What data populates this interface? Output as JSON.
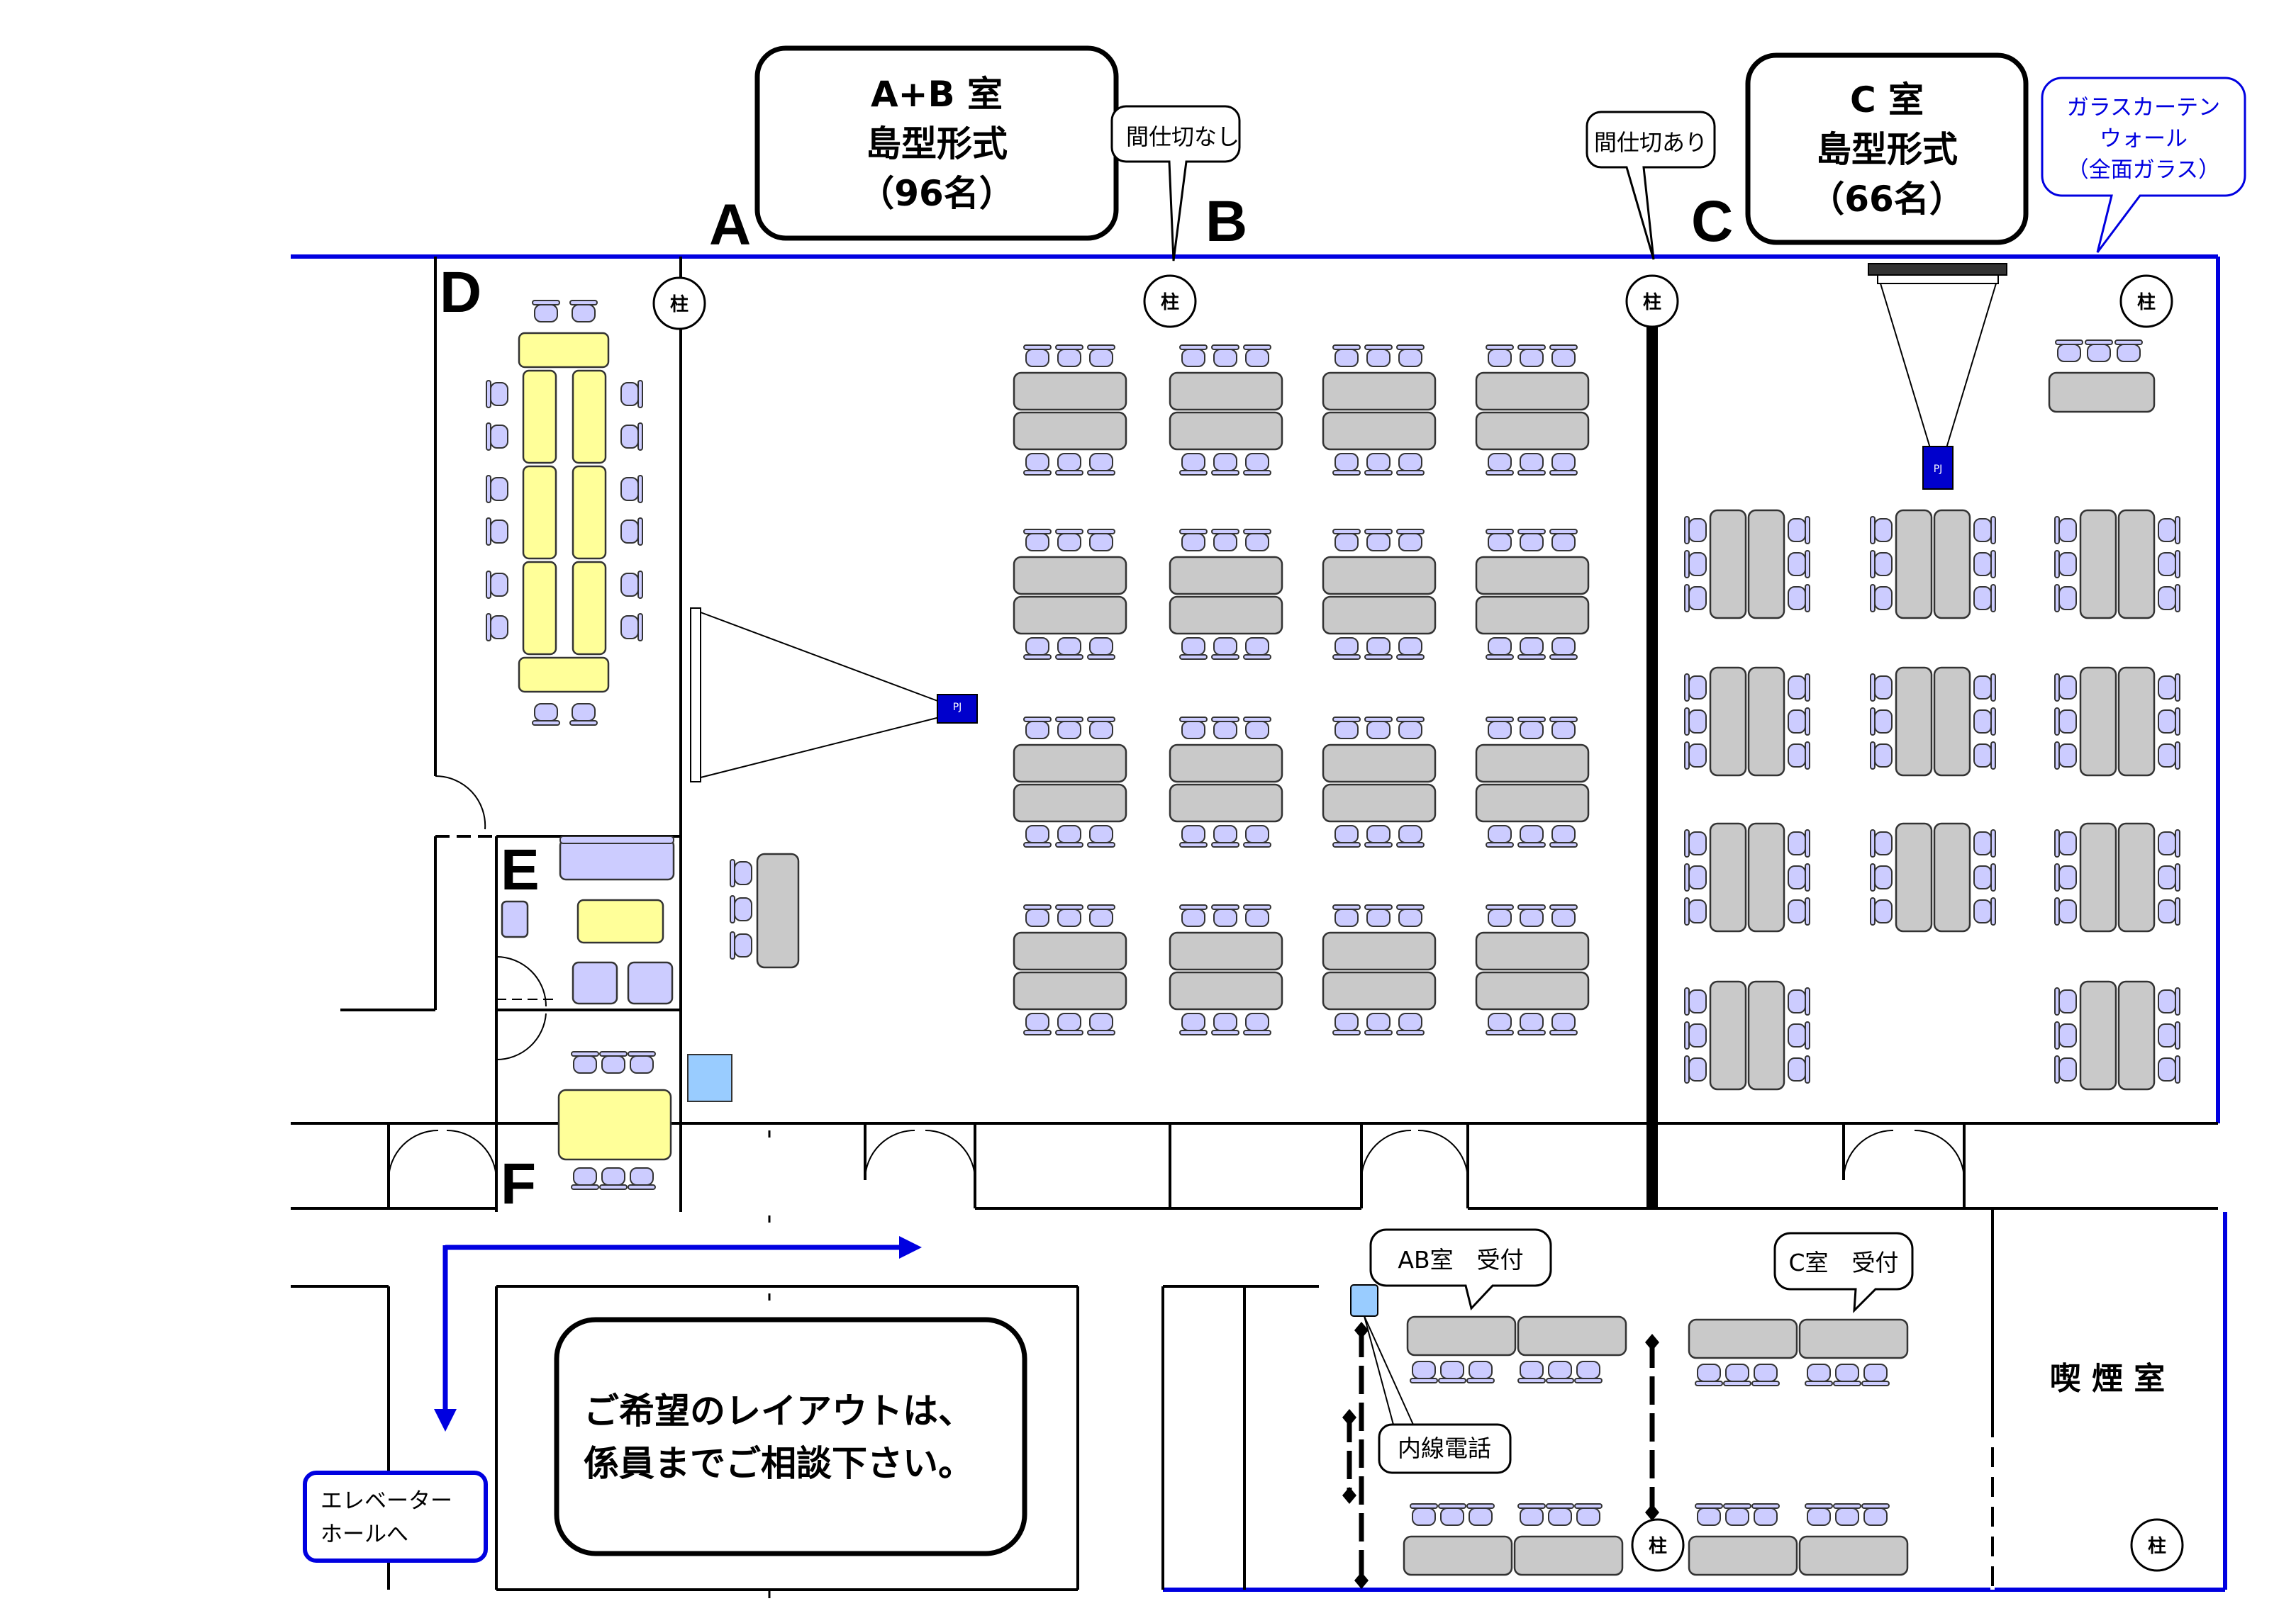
{
  "rooms": {
    "ab": {
      "line1": "A+B 室",
      "line2": "島型形式",
      "line3": "（96名）"
    },
    "c": {
      "line1": "C 室",
      "line2": "島型形式",
      "line3": "（66名）"
    }
  },
  "labels": {
    "letter_a": "A",
    "letter_b": "B",
    "letter_c": "C",
    "letter_d": "D",
    "letter_e": "E",
    "letter_f": "F",
    "no_partition": "間仕切なし",
    "with_partition": "間仕切あり",
    "glass_line1": "ガラスカーテン",
    "glass_line2": "ウォール",
    "glass_line3": "（全面ガラス）",
    "pillar": "柱",
    "projector": "PJ",
    "ab_reception": "AB室　受付",
    "c_reception": "C室　受付",
    "phone": "内線電話",
    "smoking": "喫 煙 室",
    "elevator_line1": "エレベーター",
    "elevator_line2": "ホールへ",
    "note_line1": "ご希望のレイアウトは、",
    "note_line2": "係員までご相談下さい。"
  },
  "colors": {
    "wall": "#000000",
    "glass_wall": "#0000e0",
    "table_gray": "#c9c9c9",
    "table_yellow": "#ffff99",
    "chair": "#ccccff",
    "projector": "#0000cc",
    "phone_box": "#99ccff"
  }
}
